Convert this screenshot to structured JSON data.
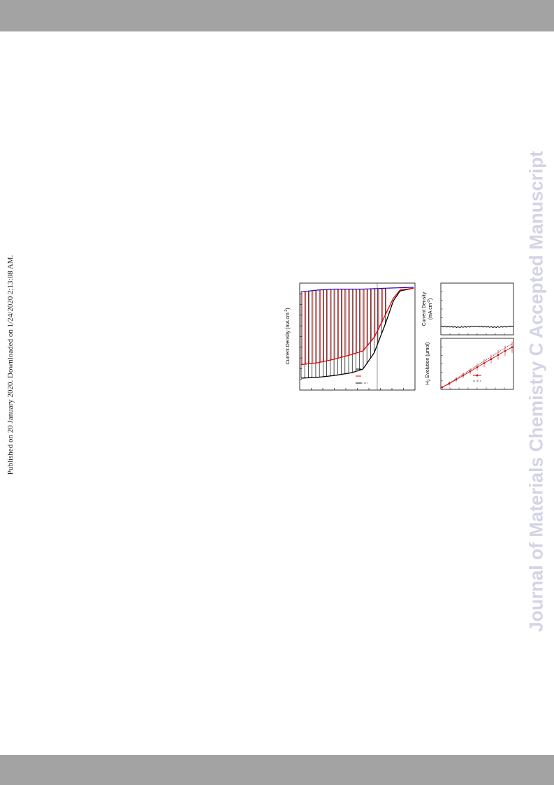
{
  "header": {
    "band_color": "#a3a3a3"
  },
  "footer": {
    "band_color": "#a3a3a3"
  },
  "published_note": "Published on 20 January 2020. Downloaded on 1/24/2020 2:13:08 AM.",
  "watermark": "Journal of Materials Chemistry C Accepted Manuscript",
  "figure": {
    "left_plot": {
      "ylabel_main": "Current Density (mA cm",
      "ylabel_sup": "-2",
      "ylabel_end": ")"
    },
    "right_top_plot": {
      "ylabel_line1": "Current Density",
      "ylabel_line2_main": "(mA cm",
      "ylabel_line2_sup": "-2",
      "ylabel_line2_end": ")"
    },
    "right_bottom_plot": {
      "ylabel_main": "H",
      "ylabel_sub": "2",
      "ylabel_end": " Evolution (",
      "ylabel_mu": "μ",
      "ylabel_unit": "mol)"
    }
  },
  "chart_data": [
    {
      "type": "line",
      "title": "",
      "xlabel": "",
      "ylabel": "Current Density (mA cm-2)",
      "series": [
        {
          "color": "#000000",
          "style": "chopped light/dark",
          "x": [
            0,
            0.15,
            0.3,
            0.45,
            0.55,
            0.65,
            0.75,
            0.82,
            0.88,
            1
          ],
          "y": [
            -1,
            -0.99,
            -0.97,
            -0.94,
            -0.9,
            -0.72,
            -0.4,
            -0.15,
            -0.04,
            -0.01
          ]
        },
        {
          "color": "#dd0000",
          "style": "chopped light/dark",
          "x": [
            0,
            0.15,
            0.3,
            0.45,
            0.55,
            0.65,
            0.75,
            0.82,
            0.88,
            1
          ],
          "y": [
            -0.85,
            -0.83,
            -0.79,
            -0.74,
            -0.7,
            -0.55,
            -0.3,
            -0.12,
            -0.03,
            -0.01
          ]
        },
        {
          "color": "#2a00cc",
          "style": "dark baseline",
          "x": [
            0,
            0.15,
            0.3,
            0.55,
            0.75,
            1
          ],
          "y": [
            -0.05,
            -0.03,
            -0.02,
            -0.02,
            -0.01,
            0
          ]
        }
      ],
      "annotations": [
        "vertical reference line"
      ]
    },
    {
      "type": "line",
      "title": "",
      "xlabel": "",
      "ylabel": "Current Density (mA cm-2)",
      "series": [
        {
          "color": "#000000",
          "x": [
            0,
            0.25,
            0.5,
            0.75,
            1
          ],
          "y": [
            0.12,
            0.11,
            0.12,
            0.11,
            0.12
          ]
        }
      ]
    },
    {
      "type": "scatter",
      "title": "",
      "xlabel": "",
      "ylabel": "H2 Evolution (μmol)",
      "series": [
        {
          "color": "#dd0000",
          "style": "measured with error bars",
          "x": [
            0,
            0.1,
            0.2,
            0.3,
            0.4,
            0.5,
            0.6,
            0.7,
            0.8,
            0.9,
            1
          ],
          "y": [
            0,
            0.08,
            0.17,
            0.26,
            0.35,
            0.44,
            0.53,
            0.62,
            0.71,
            0.8,
            0.88
          ]
        },
        {
          "color": "#000000",
          "style": "theoretical dotted",
          "x": [
            0,
            1
          ],
          "y": [
            0,
            0.96
          ]
        }
      ]
    }
  ]
}
